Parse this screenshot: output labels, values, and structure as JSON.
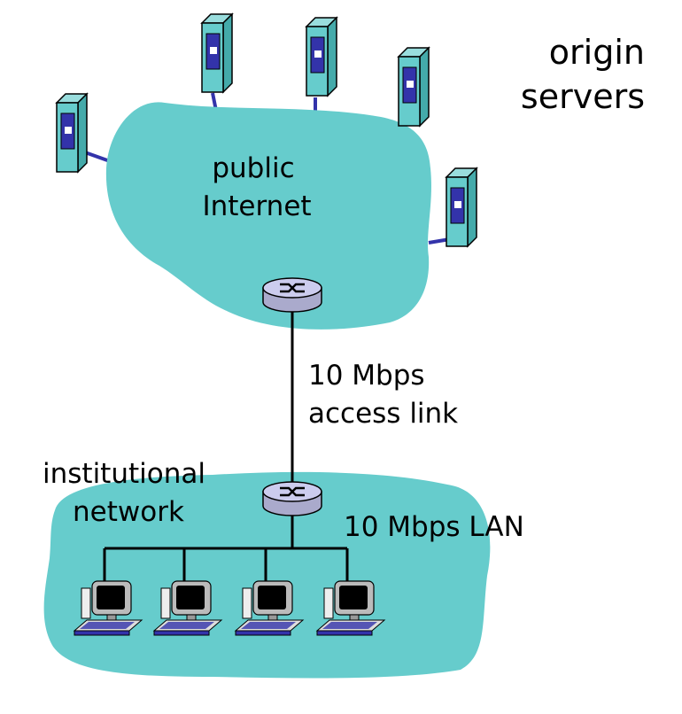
{
  "labels": {
    "origin_line1": "origin",
    "origin_line2": "servers",
    "internet_line1": "public",
    "internet_line2": "Internet",
    "access_line1": "10 Mbps",
    "access_line2": "access link",
    "inst_line1": "institutional",
    "inst_line2": "network",
    "lan": "10 Mbps LAN"
  },
  "colors": {
    "cloud": "#66cccc",
    "server_body": "#66cccc",
    "server_accent": "#3333aa",
    "link": "#3333aa",
    "router": "#ccccee",
    "wire": "#000000"
  }
}
